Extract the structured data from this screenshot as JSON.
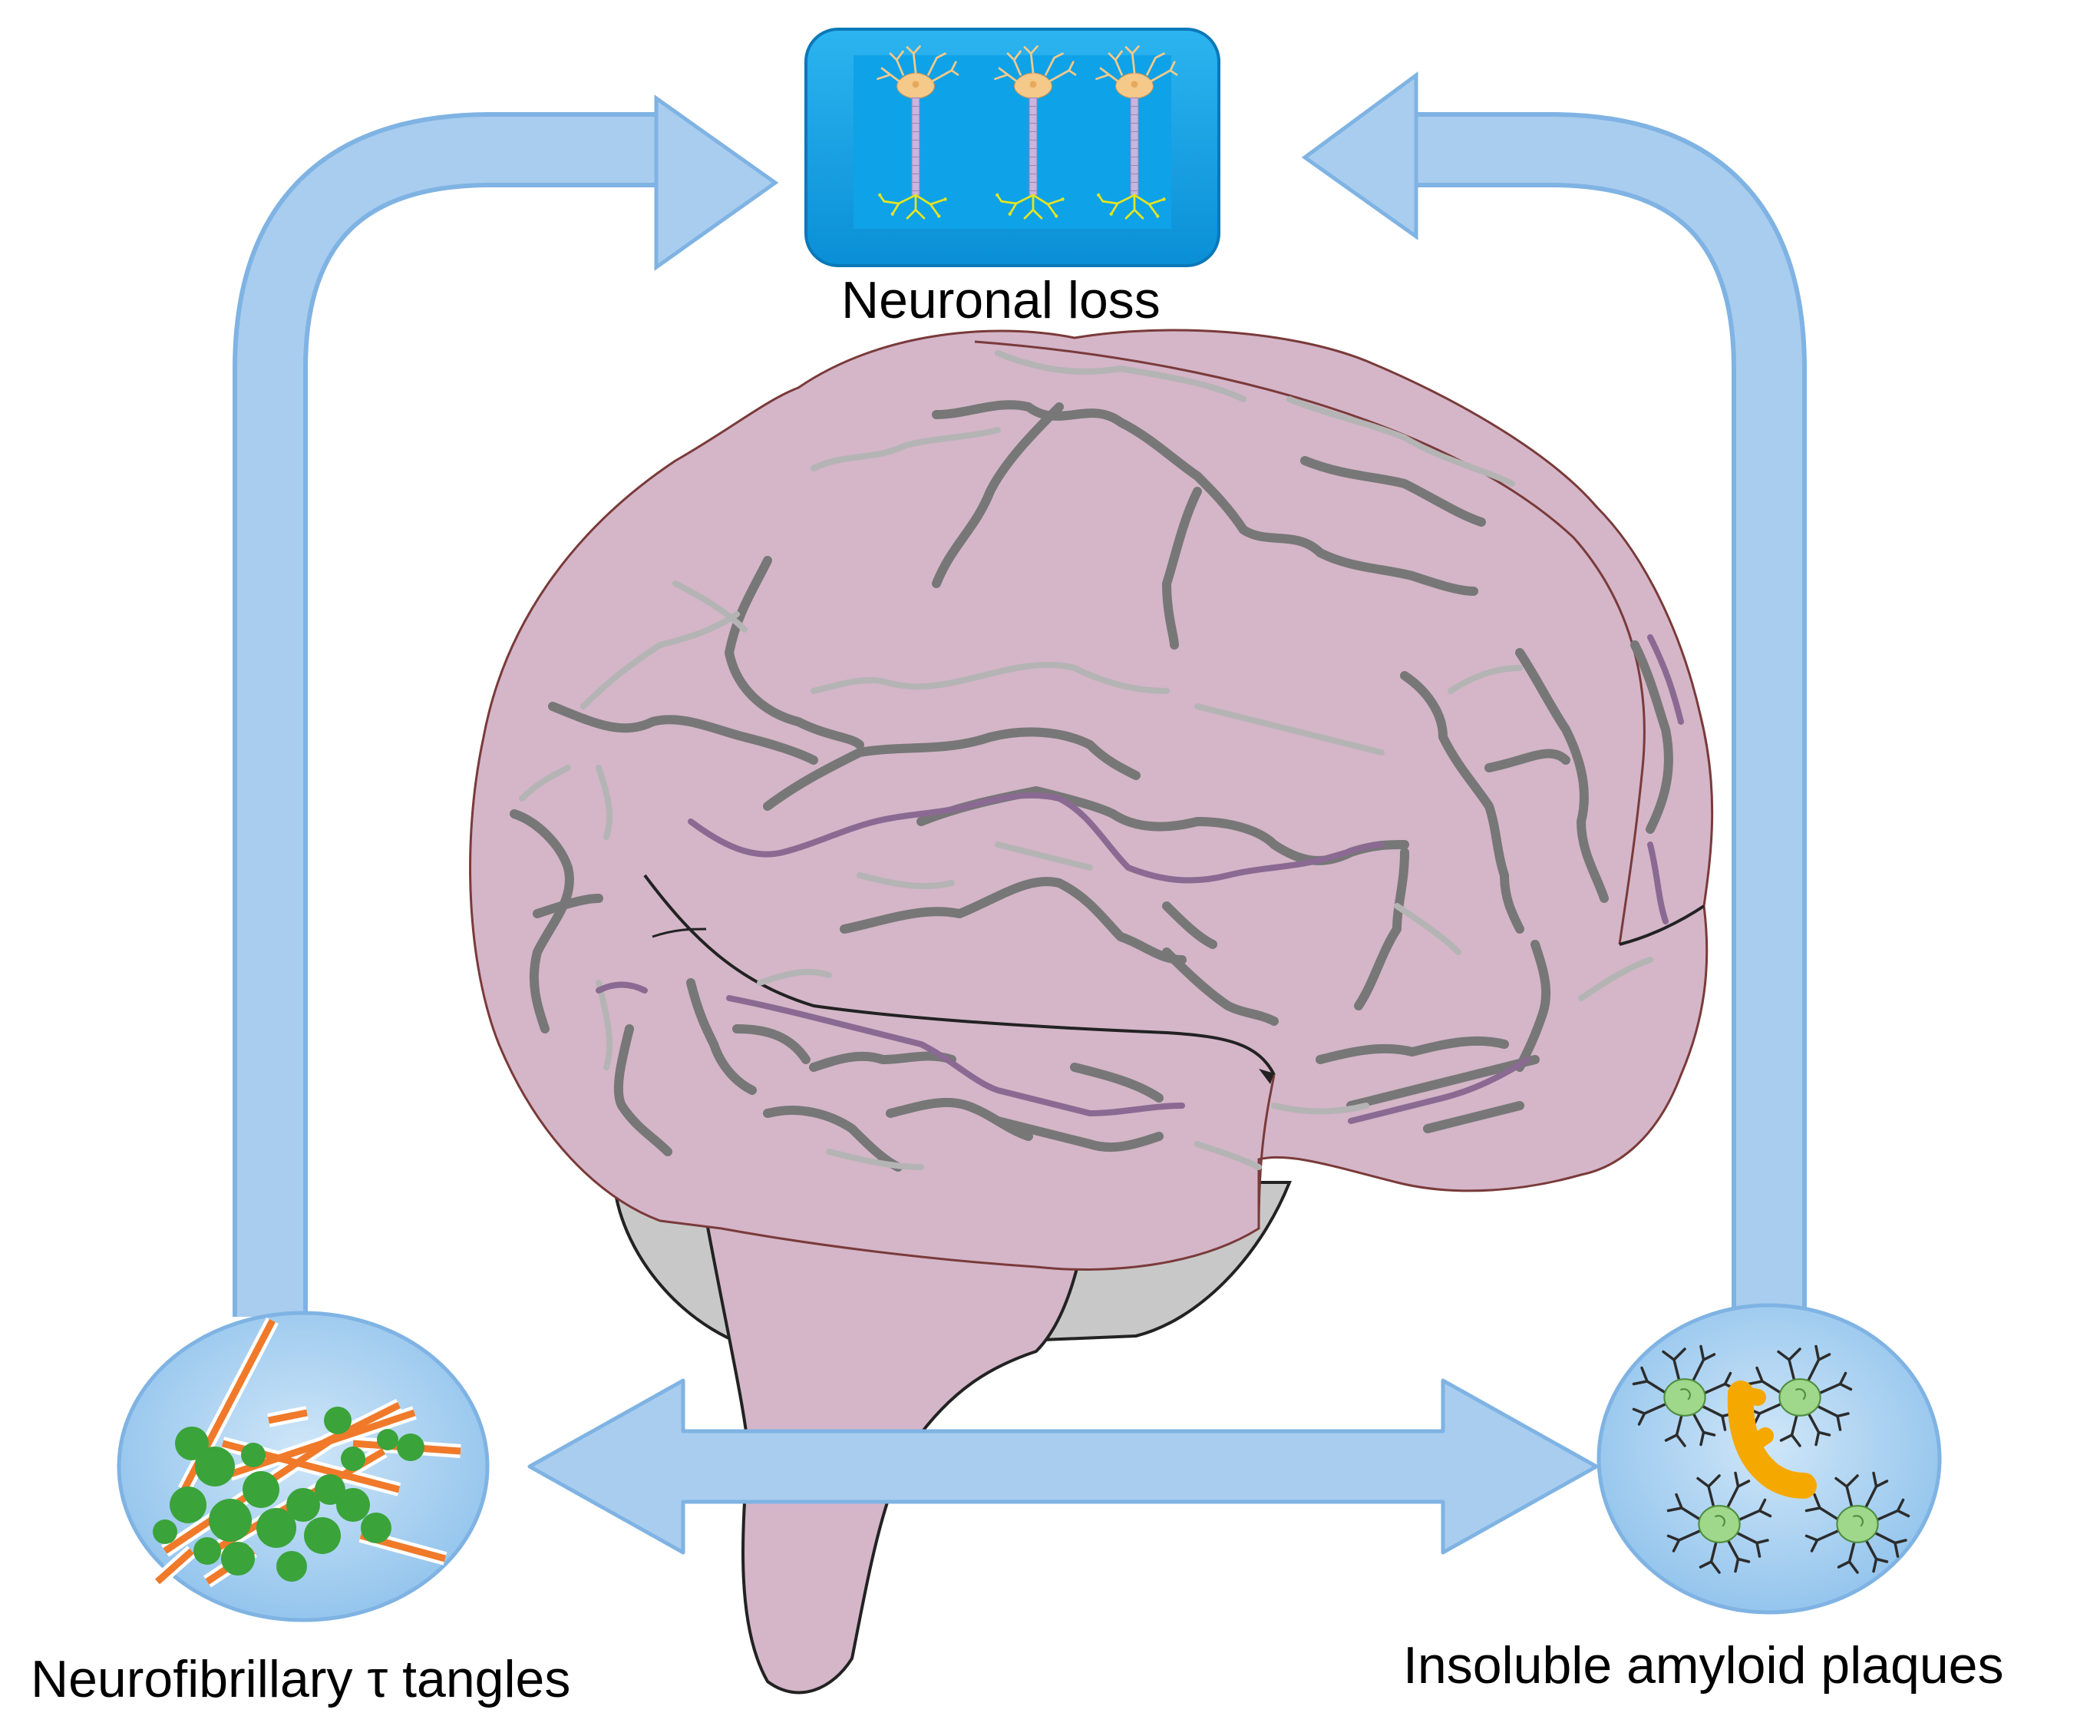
{
  "labels": {
    "neuronal_loss": "Neuronal loss",
    "tau_tangles": "Neurofibrillary τ tangles",
    "amyloid_plaques": "Insoluble amyloid plaques"
  },
  "icons": [
    "neuron-icon",
    "tangles-icon",
    "plaques-icon",
    "brain-icon"
  ],
  "colors": {
    "arrow": "#a9cdef",
    "arrow_edge": "#7fb3e3",
    "neuron_box": "#0ea2e8",
    "brain": "#d4b6c8",
    "brain_outline": "#7a3a3a",
    "gyri_dark": "#777777",
    "gyri_light": "#b4b4b4",
    "gyri_purple": "#8a6a92",
    "cerebellum": "#c8c8c8",
    "tangle_orange": "#f07a2a",
    "tangle_green": "#3aa33a",
    "plaque_orange": "#f5a800",
    "glia_green": "#9fd88a"
  }
}
